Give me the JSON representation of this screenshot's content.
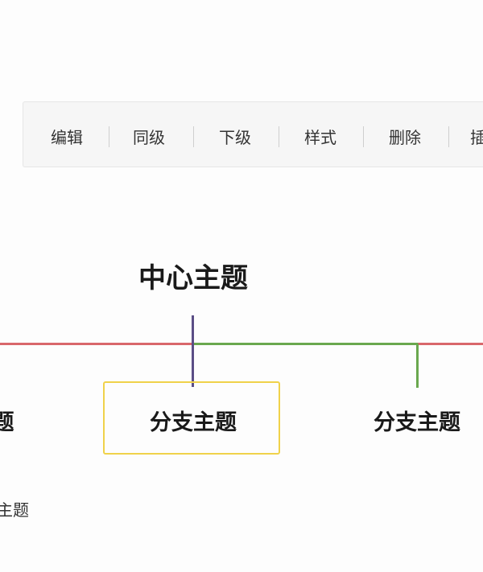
{
  "toolbar": {
    "items": [
      "编辑",
      "同级",
      "下级",
      "样式",
      "删除",
      "插"
    ]
  },
  "mindmap": {
    "center_topic": "中心主题",
    "branches": [
      {
        "label": "题",
        "partial": true
      },
      {
        "label": "分支主题",
        "selected": true
      },
      {
        "label": "分支主题"
      }
    ],
    "subtopic": "主题",
    "colors": {
      "red": "#d9676b",
      "green": "#6aa84f",
      "purple": "#5b4e86",
      "selection": "#f0d24a"
    }
  }
}
